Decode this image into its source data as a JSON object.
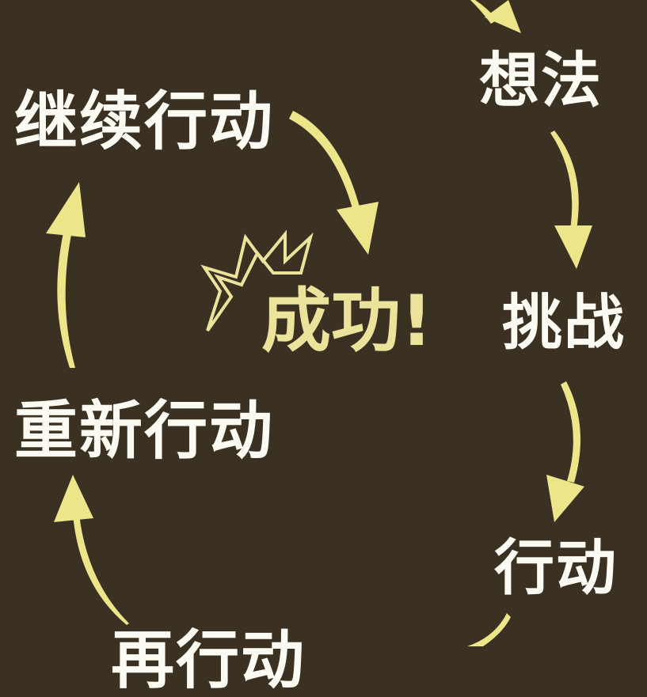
{
  "steps": {
    "idea": "想法",
    "challenge": "挑战",
    "action": "行动",
    "re_act_bottom": "再行动",
    "restart": "重新行动",
    "continue": "继续行动"
  },
  "center": {
    "success": "成功!"
  },
  "colors": {
    "background": "#3a3122",
    "arrow": "#ece58a",
    "text": "#fbfaf3",
    "success": "#ebe39c"
  }
}
